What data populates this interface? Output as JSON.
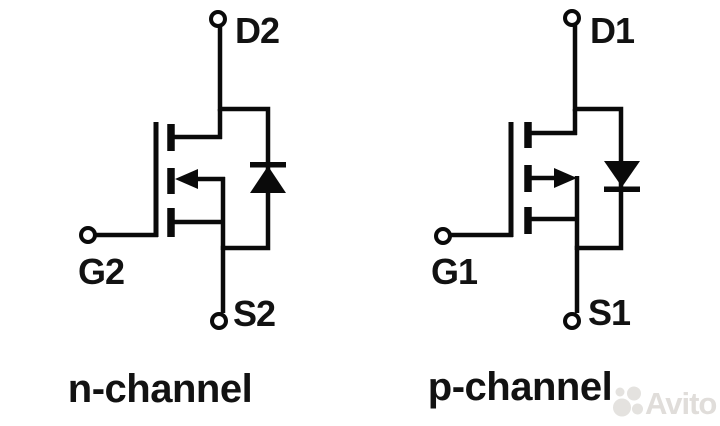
{
  "canvas": {
    "background": "#ffffff",
    "line_color": "#0a0a0a",
    "label_color": "#121212"
  },
  "diagrams": [
    {
      "caption": "n-channel",
      "terminals": {
        "drain": "D2",
        "gate": "G2",
        "source": "S2"
      }
    },
    {
      "caption": "p-channel",
      "terminals": {
        "drain": "D1",
        "gate": "G1",
        "source": "S1"
      }
    }
  ],
  "watermark": {
    "text": "Avito",
    "color": "#e3e1de"
  }
}
